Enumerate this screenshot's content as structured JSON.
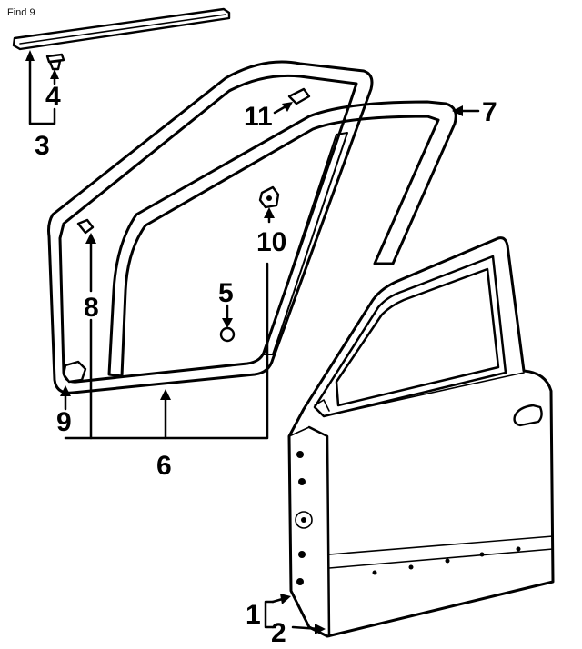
{
  "header": {
    "find_label": "Find 9"
  },
  "callouts": {
    "c1": "1",
    "c2": "2",
    "c3": "3",
    "c4": "4",
    "c5": "5",
    "c6": "6",
    "c7": "7",
    "c8": "8",
    "c9": "9",
    "c10": "10",
    "c11": "11"
  },
  "colors": {
    "ink": "#000000",
    "paper": "#ffffff"
  }
}
